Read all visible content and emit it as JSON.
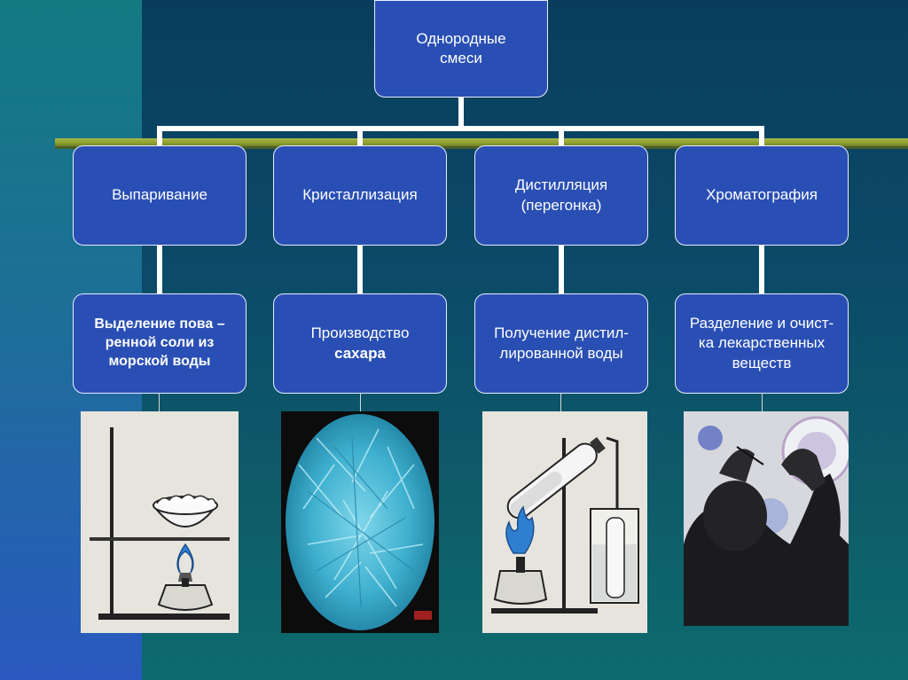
{
  "root": {
    "label": "Однородные\nсмеси"
  },
  "methods": [
    {
      "label": "Выпаривание"
    },
    {
      "label": "Кристаллизация"
    },
    {
      "label": "Дистилляция\n(перегонка)"
    },
    {
      "label": "Хроматография"
    }
  ],
  "uses": [
    {
      "label": "Выделение пова –\nренной соли из\nморской воды"
    },
    {
      "line1": "Производство",
      "line2": "сахара"
    },
    {
      "label": "Получение дистил-\nлированной воды"
    },
    {
      "label": "Разделение и очист-\nка лекарственных\nвеществ"
    }
  ],
  "colors": {
    "box": "#2a4fb4",
    "stripe": "#8b9f2f",
    "connector": "#ffffff"
  },
  "images": [
    "evaporation-apparatus",
    "blue-crystals",
    "distillation-apparatus",
    "chromatography-scientist"
  ]
}
